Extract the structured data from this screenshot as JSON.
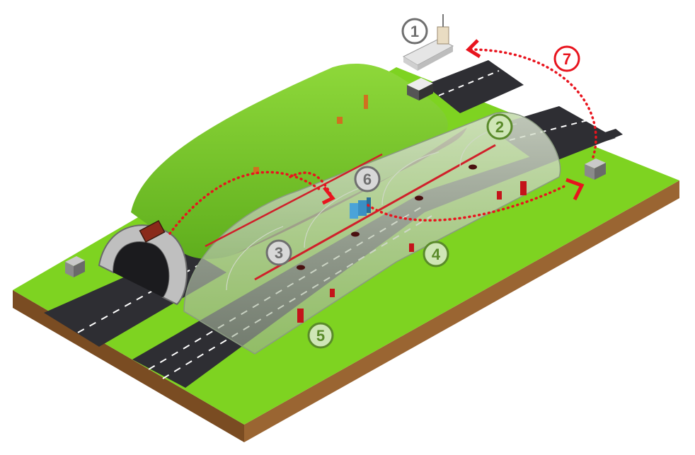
{
  "callouts": {
    "c1": {
      "label": "1",
      "kind": "gray",
      "meaning": "control-building"
    },
    "c2": {
      "label": "2",
      "kind": "green",
      "meaning": "tunnel-exit-portal"
    },
    "c3": {
      "label": "3",
      "kind": "gray",
      "meaning": "tunnel-ceiling-lights"
    },
    "c4": {
      "label": "4",
      "kind": "green",
      "meaning": "emergency-cabinets"
    },
    "c5": {
      "label": "5",
      "kind": "green",
      "meaning": "wall-emergency-equipment"
    },
    "c6": {
      "label": "6",
      "kind": "gray",
      "meaning": "network-equipment-box"
    },
    "c7": {
      "label": "7",
      "kind": "red",
      "meaning": "communication-link"
    }
  },
  "colors": {
    "grass": "#7ed321",
    "grass_edge": "#5aa515",
    "soil": "#8b5a2b",
    "road": "#2e2e33",
    "lane_mark": "#ffffff",
    "tunnel_glass": "#b9c8ae",
    "link_red": "#e8141e",
    "callout_gray": "#6f6f6f",
    "callout_green": "#5a8a2a"
  },
  "icons": {
    "building": "control-building-icon",
    "cabinet_left": "roadside-cabinet-icon",
    "cabinet_right": "roadside-cabinet-icon",
    "network_box": "server-rack-icon",
    "sign_board": "led-sign-icon"
  }
}
